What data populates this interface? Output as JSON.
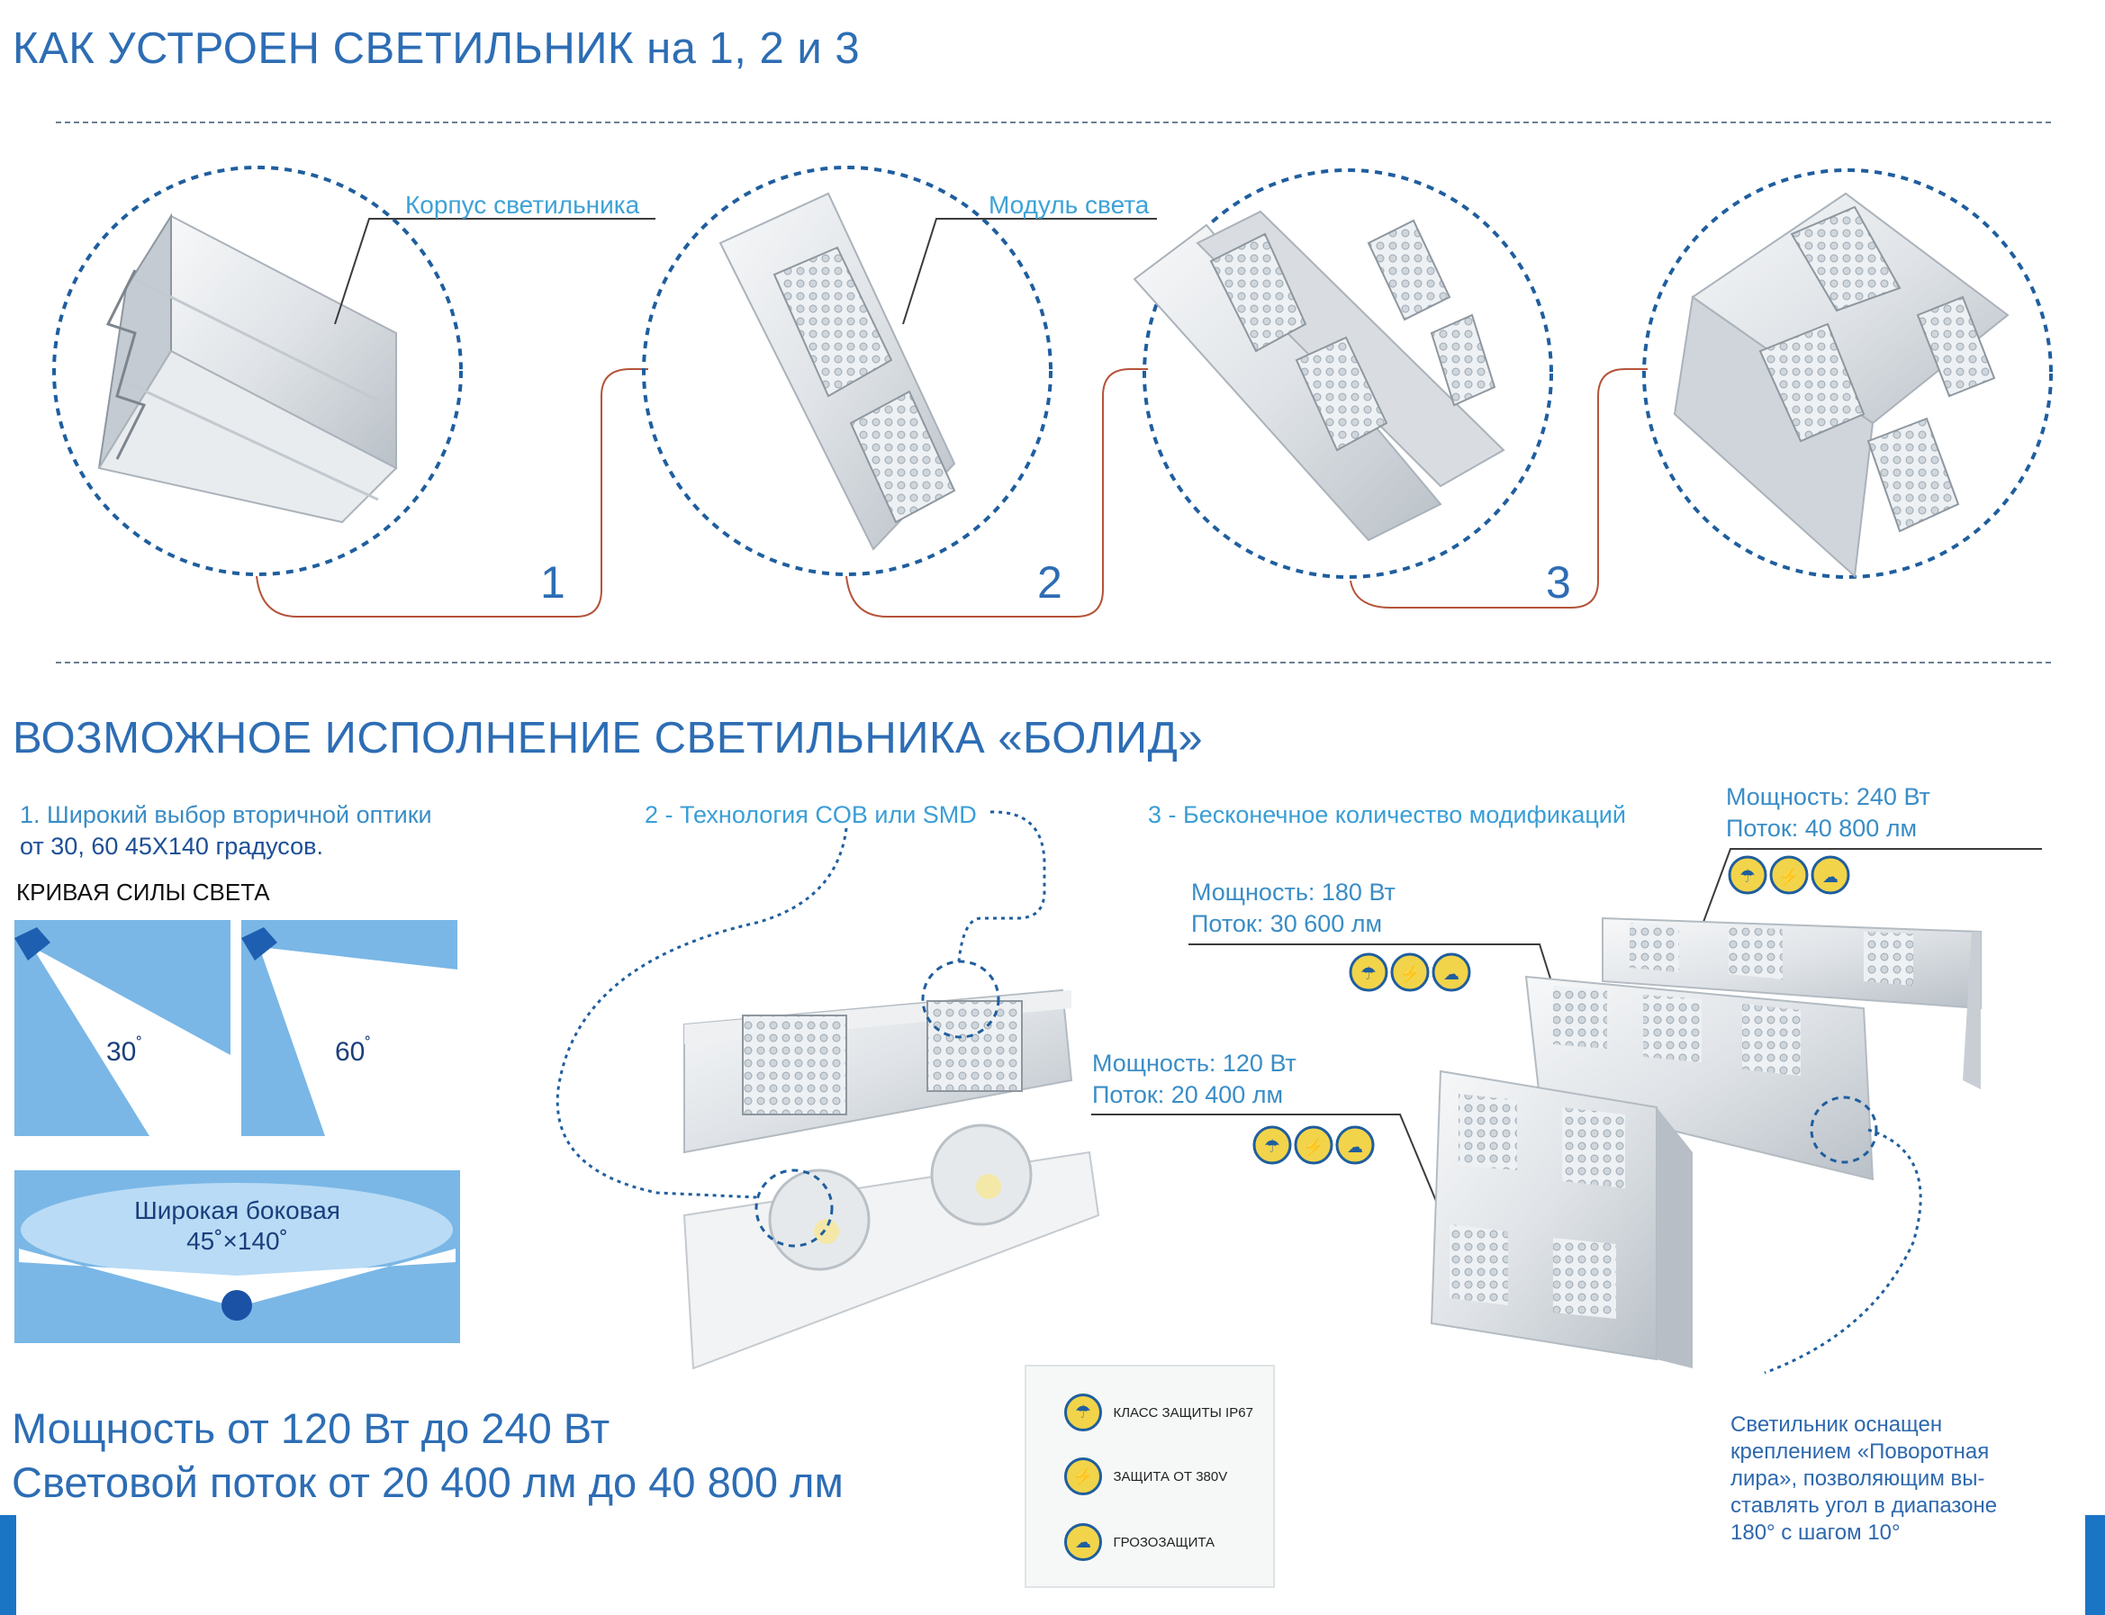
{
  "header": {
    "title_top": "КАК УСТРОЕН СВЕТИЛЬНИК на 1, 2 и 3",
    "title_bottom": "ВОЗМОЖНОЕ ИСПОЛНЕНИЕ СВЕТИЛЬНИКА «БОЛИД»"
  },
  "assembly": {
    "callout_body": "Корпус светильника",
    "callout_module": "Модуль света",
    "steps": [
      "1",
      "2",
      "3"
    ]
  },
  "options": {
    "optics_line1": "1. Широкий выбор вторичной оптики",
    "optics_line2": "от 30, 60 45X140 градусов.",
    "curve_title": "КРИВАЯ СИЛЫ СВЕТА",
    "angle_30": "30",
    "angle_60": "60",
    "degree": "˚",
    "wide_line1": "Широкая боковая",
    "wide_line2": "45˚×140˚",
    "tech": "2 - Технология COB или SMD",
    "mods": "3 - Бесконечное количество модификаций"
  },
  "specs": {
    "p240": {
      "power": "Мощность: 240 Вт",
      "flux": "Поток: 40 800 лм"
    },
    "p180": {
      "power": "Мощность: 180 Вт",
      "flux": "Поток: 30 600 лм"
    },
    "p120": {
      "power": "Мощность: 120 Вт",
      "flux": "Поток: 20 400 лм"
    }
  },
  "summary": {
    "power_range": "Мощность от 120 Вт до 240 Вт",
    "flux_range": "Световой поток от 20 400 лм до 40 800 лм"
  },
  "legend": {
    "ip67": "КЛАСС ЗАЩИТЫ  IP67",
    "v380": "ЗАЩИТА ОТ 380V",
    "storm": "ГРОЗОЗАЩИТА"
  },
  "mount": {
    "l1": "Светильник оснащен",
    "l2": "креплением «Поворотная",
    "l3": "лира», позволяющим вы-",
    "l4": "ставлять угол в диапазоне",
    "l5": "180° с шагом 10°"
  },
  "icons": {
    "ip67": "umbrella-icon",
    "v380": "plug-shield-icon",
    "storm": "storm-cloud-icon"
  },
  "colors": {
    "primary": "#2d6db4",
    "accent_cyan": "#3ea2d6",
    "connector": "#b5533a",
    "icon_fill": "#f2d44a",
    "light_blue": "#7ab7e6"
  }
}
